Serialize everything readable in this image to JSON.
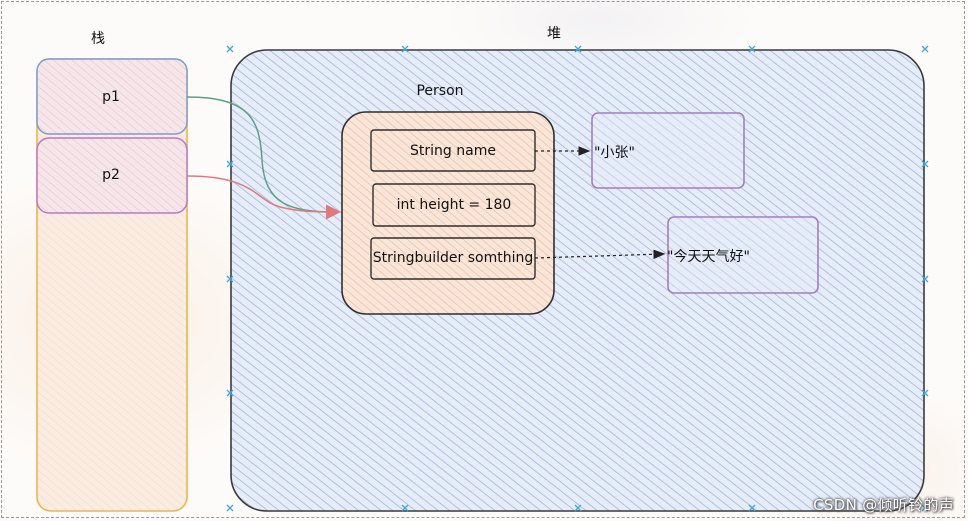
{
  "stack": {
    "title": "栈",
    "items": [
      {
        "label": "p1"
      },
      {
        "label": "p2"
      }
    ]
  },
  "heap": {
    "title": "堆",
    "object": {
      "title": "Person",
      "fields": [
        {
          "label": "String name"
        },
        {
          "label": "int height = 180"
        },
        {
          "label": "Stringbuilder somthing"
        }
      ]
    },
    "values": [
      {
        "label": "\"小张\""
      },
      {
        "label": "\"今天天气好\""
      }
    ]
  },
  "watermark": "CSDN @倾听铃的声",
  "colors": {
    "stack_border": "#e8b84a",
    "p1_border": "#7a9cd4",
    "p2_border": "#b779c7",
    "heap_fill": "#c7d5ef",
    "heap_border": "#3a3a3a",
    "field_fill": "#f3cfb8",
    "value_border": "#a27ec0",
    "arrow_p1": "#5f9e86",
    "arrow_p2": "#e07a7a",
    "handle": "#3ba7e0"
  }
}
